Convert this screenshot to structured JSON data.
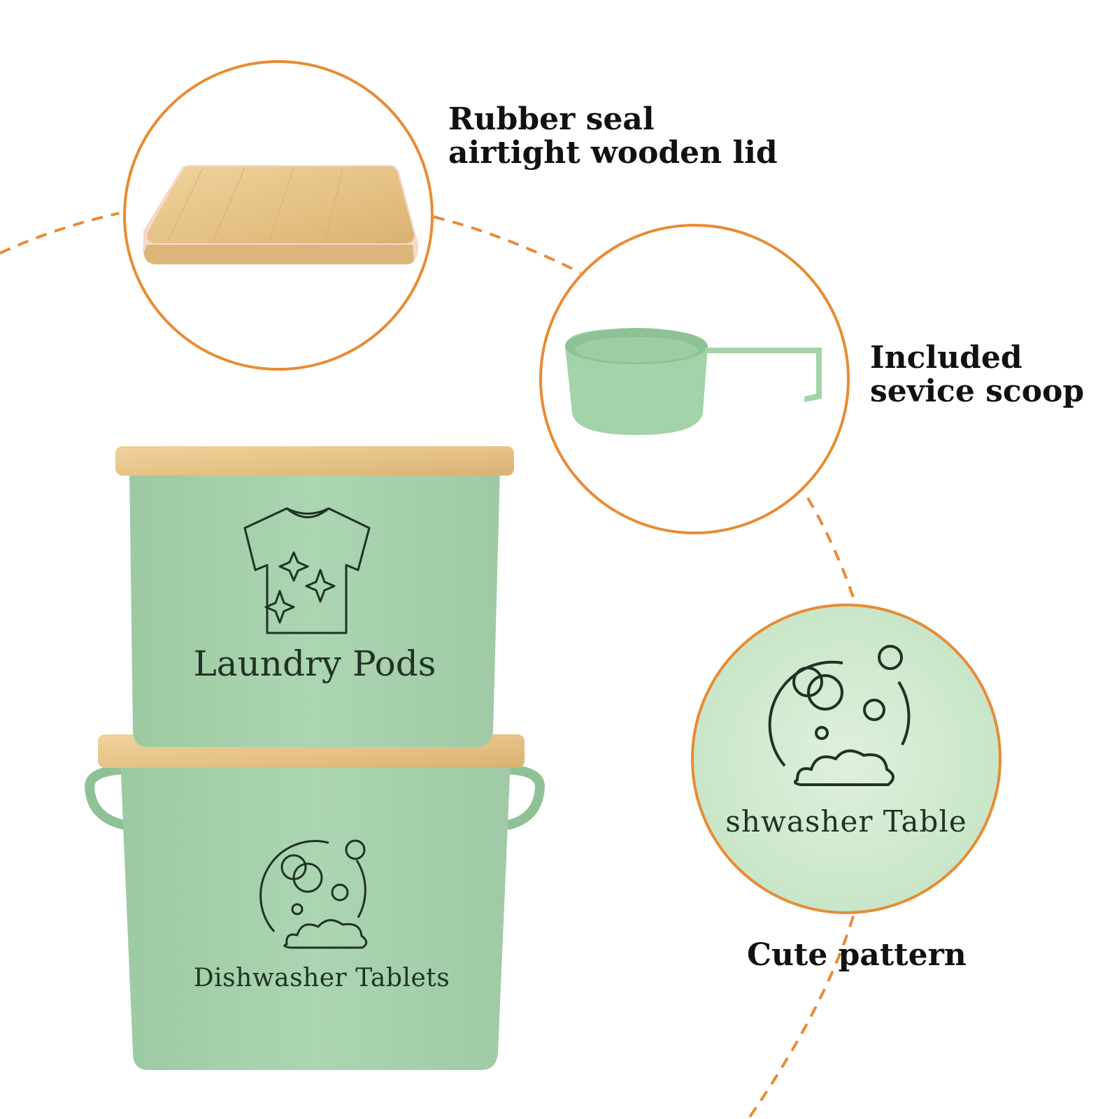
{
  "captions": {
    "lid": [
      "Rubber seal",
      "airtight wooden lid"
    ],
    "scoop": [
      "Included",
      "sevice scoop"
    ],
    "pattern": [
      "Cute pattern"
    ]
  },
  "boxes": {
    "top_label": "Laundry Pods",
    "bottom_label": "Dishwasher Tablets",
    "zoom_label": "shwasher Table"
  },
  "colors": {
    "accent_orange": "#E88B34",
    "box_green": "#A9D3AE",
    "wood": "#E9C78B",
    "ink": "#1f3324"
  },
  "icons": [
    "t-shirt-sparkle-icon",
    "bubbles-icon",
    "scoop-icon",
    "wooden-lid-icon"
  ]
}
